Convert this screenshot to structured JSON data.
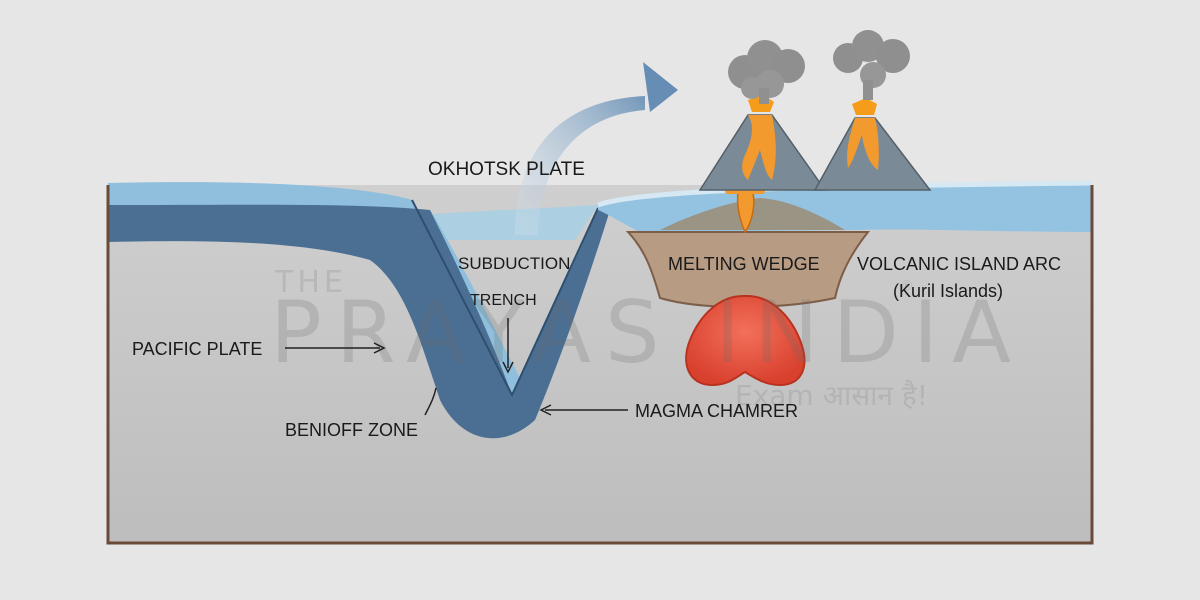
{
  "labels": {
    "okhotsk_plate": "OKHOTSK PLATE",
    "subduction": "SUBDUCTION",
    "trench": "TRENCH",
    "melting_wedge": "MELTING WEDGE",
    "volcanic_island_arc": "VOLCANIC ISLAND ARC",
    "kuril_islands": "(Kuril Islands)",
    "pacific_plate": "PACIFIC PLATE",
    "benioff_zone": "BENIOFF ZONE",
    "magma_chamber": "MAGMA CHAMRER"
  },
  "watermark": {
    "the": "THE",
    "name": "PRAYAS INDIA",
    "tagline": "Exam आसान है!",
    "registered": "®"
  },
  "colors": {
    "background": "#e6e6e6",
    "mantle": "#c6c6c6",
    "ocean": "#a9cfe4",
    "pacific_plate": "#4a6f93",
    "okhotsk_crust": "#93c3e0",
    "melting_wedge": "#b89b83",
    "magma": "#e0533d",
    "lava": "#f29a2e",
    "volcano": "#7a8a96",
    "ash": "#8f8f8f",
    "frame": "#6b4a3a"
  },
  "icons": [
    "volcano-icon",
    "ash-cloud-icon",
    "plate-motion-arrow-icon"
  ]
}
